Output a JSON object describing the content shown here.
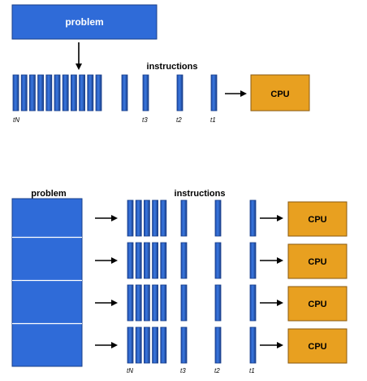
{
  "colors": {
    "blue": "#2f6bd8",
    "blue_dark": "#1a3f8a",
    "blue_light": "#5a8fe8",
    "cpu_fill": "#e8a020",
    "cpu_border": "#8a5a10",
    "text": "#000000"
  },
  "serial": {
    "problem_label": "problem",
    "instructions_label": "instructions",
    "cpu_label": "CPU",
    "time_labels": {
      "tN": "tN",
      "t3": "t3",
      "t2": "t2",
      "t1": "t1"
    }
  },
  "parallel": {
    "problem_label": "problem",
    "instructions_label": "instructions",
    "cpu_labels": [
      "CPU",
      "CPU",
      "CPU",
      "CPU"
    ],
    "time_labels": {
      "tN": "tN",
      "t3": "t3",
      "t2": "t2",
      "t1": "t1"
    }
  }
}
